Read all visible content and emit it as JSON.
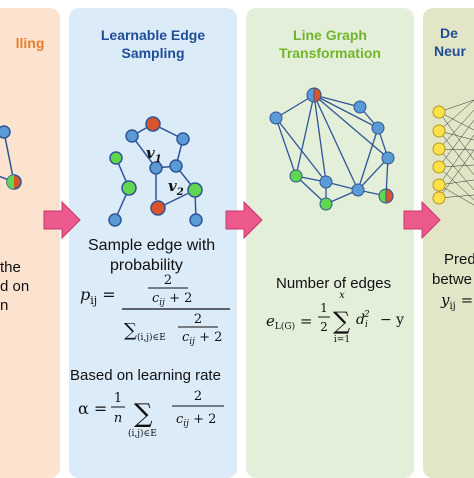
{
  "panels": {
    "p1": {
      "title": "lling",
      "lines": [
        "the",
        "d on",
        "n"
      ]
    },
    "p2": {
      "title_line1": "Learnable Edge",
      "title_line2": "Sampling",
      "node_label_1": "v",
      "node_sub_1": "1",
      "node_label_2": "v",
      "node_sub_2": "2",
      "text1": "Sample edge with",
      "text2": "probability",
      "formula_p_lhs": "p",
      "formula_p_lhs_sub": "ij",
      "formula_num_top": "2",
      "formula_den_top": "c",
      "formula_den_sub": "ij",
      "formula_plus2": "+ 2",
      "formula_sum_sub": "(i,j)∈E",
      "text3": "Based on learning rate",
      "alpha": "α =",
      "one": "1",
      "n": "n",
      "sum_sub2": "(i,j)∈E"
    },
    "p3": {
      "title_line1": "Line Graph",
      "title_line2": "Transformation",
      "text1": "Number of edges",
      "eq_lhs": "e",
      "eq_lhs_sub": "L(G)",
      "eq_half_num": "1",
      "eq_half_den": "2",
      "eq_sum_top": "x",
      "eq_sum_bottom": "i=1",
      "eq_term": "d",
      "eq_term_sub": "i",
      "eq_term_sup": "2",
      "eq_tail": "− y"
    },
    "p4": {
      "title_line1": "De",
      "title_line2": "Neur",
      "lines": [
        "Pred",
        "betwe"
      ],
      "y_lhs": "y",
      "y_lhs_sub": "ij",
      "y_eq": "="
    }
  },
  "colors": {
    "node_blue": "#5b9bd5",
    "node_green": "#5fd84d",
    "node_red": "#d9532b",
    "node_yellow": "#ffe14a",
    "edge": "#2f5597",
    "arrow": "#ec5a8d"
  }
}
